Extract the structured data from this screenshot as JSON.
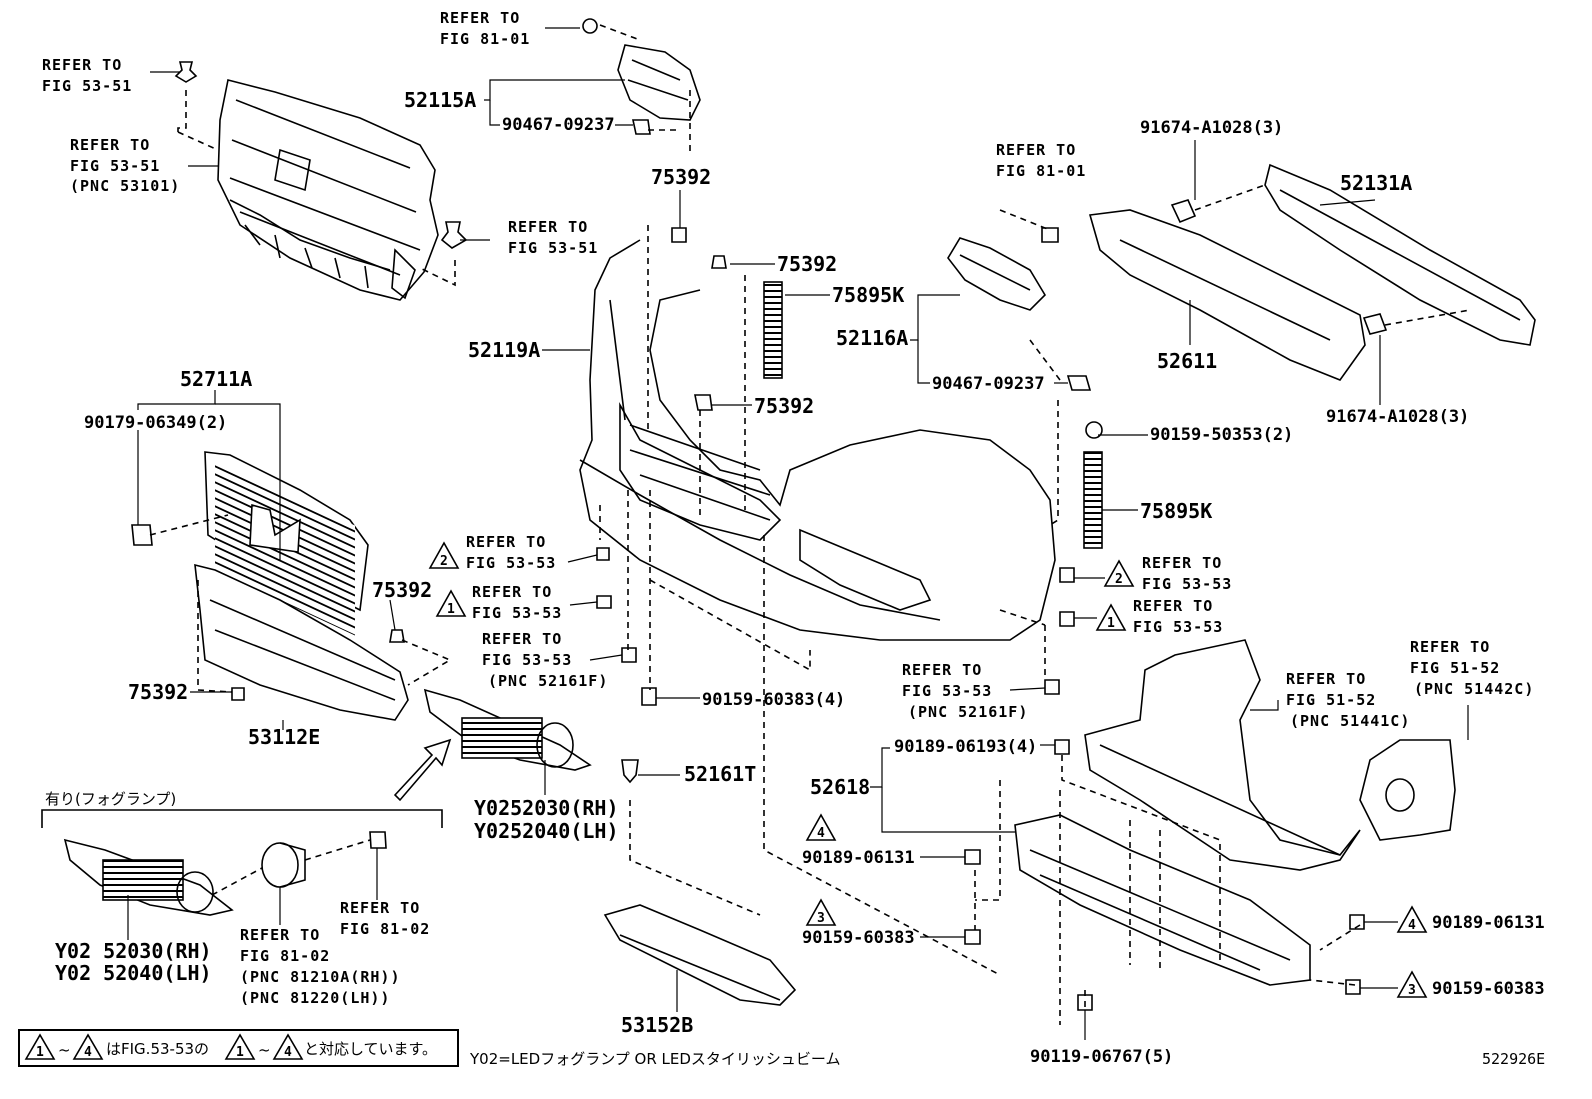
{
  "labels": {
    "p52115A": "52115A",
    "p90467_top": "90467-09237",
    "p75392_a": "75392",
    "p75392_b": "75392",
    "p75392_c": "75392",
    "p75392_d": "75392",
    "p75392_e": "75392",
    "p75895K_a": "75895K",
    "p75895K_b": "75895K",
    "p52119A": "52119A",
    "p52116A": "52116A",
    "p90467_mid": "90467-09237",
    "p90159_50353": "90159-50353(2)",
    "p91674_top": "91674-A1028(3)",
    "p91674_bot": "91674-A1028(3)",
    "p52131A": "52131A",
    "p52611": "52611",
    "p52711A": "52711A",
    "p90179": "90179-06349(2)",
    "p53112E": "53112E",
    "pY02_rh": "Y0252030(RH)",
    "pY02_lh": "Y0252040(LH)",
    "pY02b_rh": "Y02 52030(RH)",
    "pY02b_lh": "Y02 52040(LH)",
    "p90159_60383_4": "90159-60383(4)",
    "p52161T": "52161T",
    "p53152B": "53152B",
    "p52618": "52618",
    "p90189_06193": "90189-06193(4)",
    "p90189_06131_a": "90189-06131",
    "p90189_06131_b": "90189-06131",
    "p90159_60383_a": "90159-60383",
    "p90159_60383_b": "90159-60383",
    "p90119": "90119-06767(5)"
  },
  "refs": {
    "r_fig8101_top": [
      "REFER TO",
      "FIG 81-01"
    ],
    "r_fig5351_a": [
      "REFER TO",
      "FIG 53-51"
    ],
    "r_fig5351_b": [
      "REFER TO",
      "FIG 53-51",
      "(PNC 53101)"
    ],
    "r_fig5351_c": [
      "REFER TO",
      "FIG 53-51"
    ],
    "r_fig8101_mid": [
      "REFER TO",
      "FIG 81-01"
    ],
    "r_fig5353_2a": [
      "REFER TO",
      "FIG 53-53"
    ],
    "r_fig5353_1a": [
      "REFER TO",
      "FIG 53-53"
    ],
    "r_fig5353_c": [
      "REFER TO",
      "FIG 53-53",
      "(PNC 52161F)"
    ],
    "r_fig5353_d": [
      "REFER TO",
      "FIG 53-53",
      "(PNC 52161F)"
    ],
    "r_fig5353_2b": [
      "REFER TO",
      "FIG 53-53"
    ],
    "r_fig5353_1b": [
      "REFER TO",
      "FIG 53-53"
    ],
    "r_fig5152_a": [
      "REFER TO",
      "FIG 51-52",
      "(PNC 51441C)"
    ],
    "r_fig5152_b": [
      "REFER TO",
      "FIG 51-52",
      "(PNC 51442C)"
    ],
    "r_fig8102_a": [
      "REFER TO",
      "FIG 81-02"
    ],
    "r_fig8102_b": [
      "REFER TO",
      "FIG 81-02",
      "(PNC 81210A(RH))",
      "(PNC 81220(LH))"
    ]
  },
  "triangles": {
    "t2a": "2",
    "t1a": "1",
    "t2b": "2",
    "t1b": "1",
    "t4a": "4",
    "t3a": "3",
    "t4b": "4",
    "t3b": "3"
  },
  "fog_header": "有り(フォグランプ)",
  "note": {
    "tri_start": "1",
    "tri_end": "4",
    "tri_start_2": "1",
    "tri_end_2": "4",
    "text_1": "~",
    "text_2": "はFIG.53-53の",
    "text_3": "~",
    "text_4": "と対応しています。"
  },
  "legend": "Y02=LEDフォグランプ OR LEDスタイリッシュビーム",
  "figure_id": "522926E"
}
